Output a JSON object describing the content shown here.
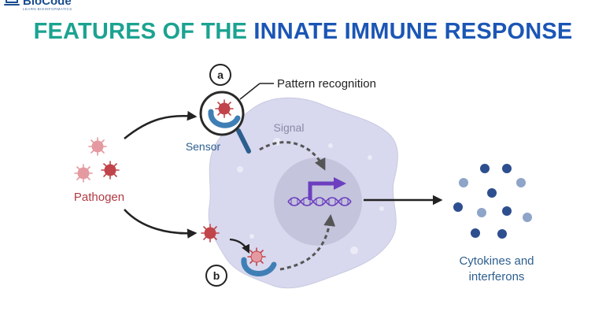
{
  "logo": {
    "name": "BioCode",
    "tagline": "LEARN BIOINFORMATICS"
  },
  "title": {
    "part1": "FEATURES OF THE",
    "part2": "INNATE IMMUNE RESPONSE"
  },
  "diagram": {
    "labels": {
      "pathway_a": "a",
      "pathway_b": "b",
      "pattern_recognition": "Pattern recognition",
      "sensor": "Sensor",
      "signal": "Signal",
      "pathogen": "Pathogen",
      "cytokines_line1": "Cytokines and",
      "cytokines_line2": "interferons"
    },
    "colors": {
      "title_green": "#1ba391",
      "title_blue": "#1b56b5",
      "cell_fill": "#d8d8ee",
      "nucleus_fill": "#c4c4dc",
      "sensor_blue": "#3f7fb6",
      "pathogen_red": "#c0444a",
      "pathogen_light": "#e49aa0",
      "dna_purple": "#6c3fbf",
      "cytokine_dark": "#2d4f8f",
      "cytokine_light": "#8ea4c8"
    }
  }
}
